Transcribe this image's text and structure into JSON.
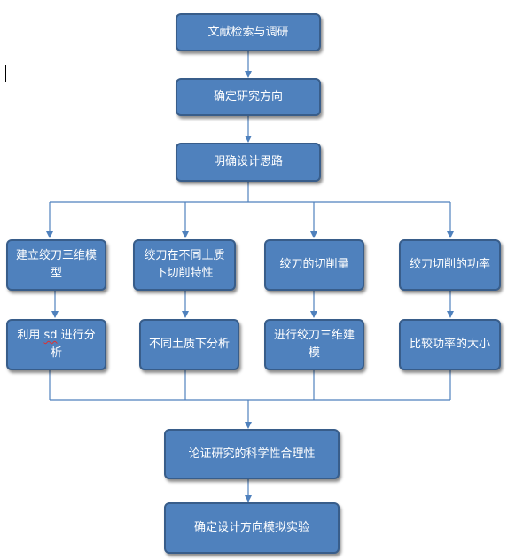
{
  "colors": {
    "box_fill": "#4f81bd",
    "box_border": "#385d8a",
    "connector": "#4f81bd",
    "text": "#ffffff"
  },
  "nodes": {
    "literature_review": "文献检索与调研",
    "research_direction": "确定研究方向",
    "clarify_design": "明确设计思路",
    "branch_1": "建立绞刀三维模型",
    "branch_2": "绞刀在不同土质下切削特性",
    "branch_3": "绞刀的切削量",
    "branch_4": "绞刀切削的功率",
    "sub_1_prefix": "利用 ",
    "sub_1_marked": "sd",
    "sub_1_suffix": " 进行分析",
    "sub_2": "不同土质下分析",
    "sub_3": "进行绞刀三维建模",
    "sub_4": "比较功率的大小",
    "argument": "论证研究的科学性合理性",
    "experiment": "确定设计方向模拟实验"
  }
}
